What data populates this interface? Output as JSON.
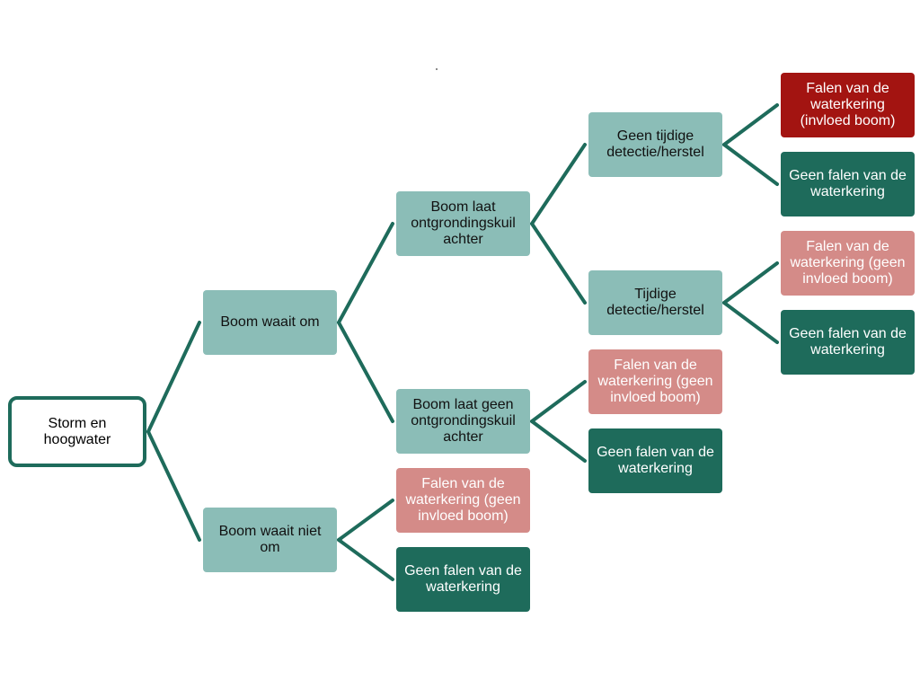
{
  "diagram": {
    "colors": {
      "edge": "#1e6b5b",
      "root_border": "#1e6b5b",
      "intermediate": "#8bbdb7",
      "failure_light": "#d48b88",
      "failure_dark": "#a31411",
      "no_failure": "#1e6b5b"
    },
    "nodes": {
      "root": {
        "label": "Storm en\nhoogwater"
      },
      "tree_falls": {
        "label": "Boom waait om"
      },
      "tree_not_falls": {
        "label": "Boom waait niet\nom"
      },
      "scour_pit": {
        "label": "Boom laat\nontgrondingskuil\nachter"
      },
      "no_scour_pit": {
        "label": "Boom laat geen\nontgrondingskuil\nachter"
      },
      "no_timely_detection": {
        "label": "Geen tijdige\ndetectie/herstel"
      },
      "timely_detection": {
        "label": "Tijdige\ndetectie/herstel"
      },
      "fail_tree_influence": {
        "label": "Falen van de\nwaterkering\n(invloed boom)"
      },
      "ok_1": {
        "label": "Geen falen van de\nwaterkering"
      },
      "fail_no_influence_1": {
        "label": "Falen van de\nwaterkering (geen\ninvloed boom)"
      },
      "ok_2": {
        "label": "Geen falen van de\nwaterkering"
      },
      "fail_no_influence_2": {
        "label": "Falen van de\nwaterkering (geen\ninvloed boom)"
      },
      "ok_3": {
        "label": "Geen falen van de\nwaterkering"
      },
      "fail_no_influence_3": {
        "label": "Falen van de\nwaterkering (geen\ninvloed boom)"
      },
      "ok_4": {
        "label": "Geen falen van de\nwaterkering"
      }
    },
    "edges": [
      [
        "root",
        "tree_falls"
      ],
      [
        "root",
        "tree_not_falls"
      ],
      [
        "tree_falls",
        "scour_pit"
      ],
      [
        "tree_falls",
        "no_scour_pit"
      ],
      [
        "scour_pit",
        "no_timely_detection"
      ],
      [
        "scour_pit",
        "timely_detection"
      ],
      [
        "no_timely_detection",
        "fail_tree_influence"
      ],
      [
        "no_timely_detection",
        "ok_1"
      ],
      [
        "timely_detection",
        "fail_no_influence_1"
      ],
      [
        "timely_detection",
        "ok_2"
      ],
      [
        "no_scour_pit",
        "fail_no_influence_2"
      ],
      [
        "no_scour_pit",
        "ok_3"
      ],
      [
        "tree_not_falls",
        "fail_no_influence_3"
      ],
      [
        "tree_not_falls",
        "ok_4"
      ]
    ]
  }
}
